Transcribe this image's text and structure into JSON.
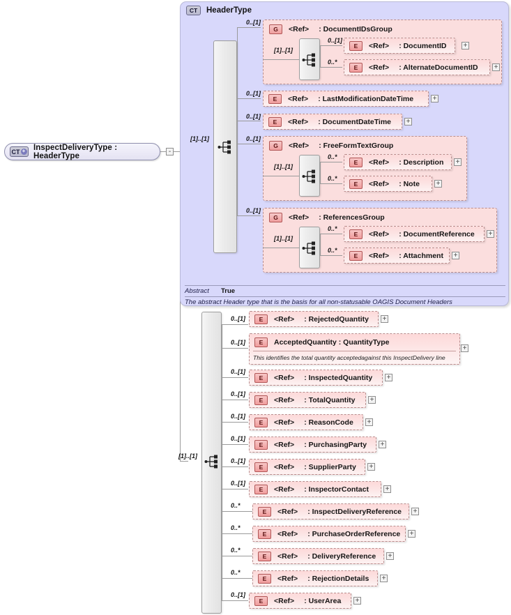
{
  "diagram": {
    "title": "InspectDeliveryType XSD structure diagram",
    "root": {
      "badge": "CT",
      "label": "InspectDeliveryType : HeaderType",
      "expander": "-"
    },
    "colors": {
      "complextype_bg": "#d8d8fb",
      "group_bg": "#fbdede",
      "element_bg": "#fdd9d9",
      "sequence_bg": "#ececec",
      "line": "#9a9a9a"
    },
    "header_type": {
      "badge": "CT",
      "name": "HeaderType",
      "sequence_cardinality": "[1]..[1]",
      "abstract_key": "Abstract",
      "abstract_value": "True",
      "documentation": "The abstract Header type that is the basis for all non-statusable OAGIS Document Headers",
      "children": [
        {
          "kind": "group",
          "cardinality": "0..[1]",
          "badge": "G",
          "ref": "<Ref>",
          "name": ": DocumentIDsGroup",
          "inner_sequence_cardinality": "[1]..[1]",
          "members": [
            {
              "kind": "element",
              "cardinality": "0..[1]",
              "badge": "E",
              "ref": "<Ref>",
              "name": ": DocumentID",
              "expander": "+"
            },
            {
              "kind": "element",
              "cardinality": "0..*",
              "badge": "E",
              "ref": "<Ref>",
              "name": ": AlternateDocumentID",
              "expander": "+"
            }
          ]
        },
        {
          "kind": "element",
          "cardinality": "0..[1]",
          "badge": "E",
          "ref": "<Ref>",
          "name": ": LastModificationDateTime",
          "expander": "+"
        },
        {
          "kind": "element",
          "cardinality": "0..[1]",
          "badge": "E",
          "ref": "<Ref>",
          "name": ": DocumentDateTime",
          "expander": "+"
        },
        {
          "kind": "group",
          "cardinality": "0..[1]",
          "badge": "G",
          "ref": "<Ref>",
          "name": ": FreeFormTextGroup",
          "inner_sequence_cardinality": "[1]..[1]",
          "members": [
            {
              "kind": "element",
              "cardinality": "0..*",
              "badge": "E",
              "ref": "<Ref>",
              "name": ": Description",
              "expander": "+"
            },
            {
              "kind": "element",
              "cardinality": "0..*",
              "badge": "E",
              "ref": "<Ref>",
              "name": ": Note",
              "expander": "+"
            }
          ]
        },
        {
          "kind": "group",
          "cardinality": "0..[1]",
          "badge": "G",
          "ref": "<Ref>",
          "name": ": ReferencesGroup",
          "inner_sequence_cardinality": "[1]..[1]",
          "members": [
            {
              "kind": "element",
              "cardinality": "0..*",
              "badge": "E",
              "ref": "<Ref>",
              "name": ": DocumentReference",
              "expander": "+"
            },
            {
              "kind": "element",
              "cardinality": "0..*",
              "badge": "E",
              "ref": "<Ref>",
              "name": ": Attachment",
              "expander": "+"
            }
          ]
        }
      ]
    },
    "body_sequence": {
      "cardinality": "[1]..[1]",
      "items": [
        {
          "cardinality": "0..[1]",
          "badge": "E",
          "ref": "<Ref>",
          "name": ": RejectedQuantity",
          "expander": "+",
          "annotation": null
        },
        {
          "cardinality": "0..[1]",
          "badge": "E",
          "ref": null,
          "name": "AcceptedQuantity : QuantityType",
          "expander": "+",
          "annotation": "This identifies the total quantity acceptedagainst this InspectDelivery line"
        },
        {
          "cardinality": "0..[1]",
          "badge": "E",
          "ref": "<Ref>",
          "name": ": InspectedQuantity",
          "expander": "+",
          "annotation": null
        },
        {
          "cardinality": "0..[1]",
          "badge": "E",
          "ref": "<Ref>",
          "name": ": TotalQuantity",
          "expander": "+",
          "annotation": null
        },
        {
          "cardinality": "0..[1]",
          "badge": "E",
          "ref": "<Ref>",
          "name": ": ReasonCode",
          "expander": "+",
          "annotation": null
        },
        {
          "cardinality": "0..[1]",
          "badge": "E",
          "ref": "<Ref>",
          "name": ": PurchasingParty",
          "expander": "+",
          "annotation": null
        },
        {
          "cardinality": "0..[1]",
          "badge": "E",
          "ref": "<Ref>",
          "name": ": SupplierParty",
          "expander": "+",
          "annotation": null
        },
        {
          "cardinality": "0..[1]",
          "badge": "E",
          "ref": "<Ref>",
          "name": ": InspectorContact",
          "expander": "+",
          "annotation": null
        },
        {
          "cardinality": "0..*",
          "badge": "E",
          "ref": "<Ref>",
          "name": ": InspectDeliveryReference",
          "expander": "+",
          "annotation": null
        },
        {
          "cardinality": "0..*",
          "badge": "E",
          "ref": "<Ref>",
          "name": ": PurchaseOrderReference",
          "expander": "+",
          "annotation": null
        },
        {
          "cardinality": "0..*",
          "badge": "E",
          "ref": "<Ref>",
          "name": ": DeliveryReference",
          "expander": "+",
          "annotation": null
        },
        {
          "cardinality": "0..*",
          "badge": "E",
          "ref": "<Ref>",
          "name": ": RejectionDetails",
          "expander": "+",
          "annotation": null
        },
        {
          "cardinality": "0..[1]",
          "badge": "E",
          "ref": "<Ref>",
          "name": ": UserArea",
          "expander": "+",
          "annotation": null
        }
      ]
    }
  }
}
